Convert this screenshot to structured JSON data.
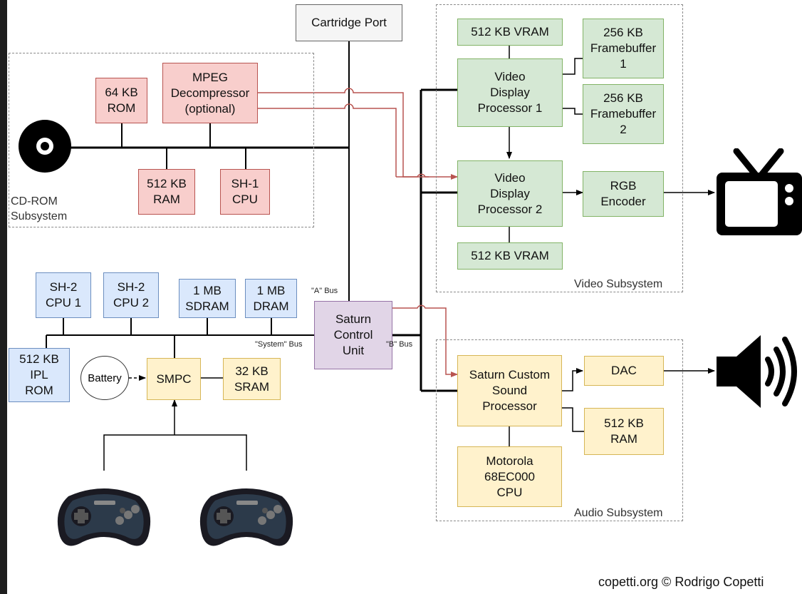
{
  "groups": {
    "cdrom": "CD-ROM\nSubsystem",
    "video": "Video Subsystem",
    "audio": "Audio Subsystem"
  },
  "boxes": {
    "cartridge": "Cartridge Port",
    "rom64": "64 KB\nROM",
    "mpeg": "MPEG\nDecompressor\n(optional)",
    "ram512_cd": "512 KB\nRAM",
    "sh1": "SH-1\nCPU",
    "vram1": "512 KB VRAM",
    "fb1": "256 KB\nFramebuffer\n1",
    "vdp1": "Video\nDisplay\nProcessor 1",
    "fb2": "256 KB\nFramebuffer\n2",
    "vdp2": "Video\nDisplay\nProcessor 2",
    "rgb": "RGB\nEncoder",
    "vram2": "512 KB VRAM",
    "sh2_1": "SH-2\nCPU 1",
    "sh2_2": "SH-2\nCPU 2",
    "sdram": "1 MB\nSDRAM",
    "dram": "1 MB\nDRAM",
    "scu": "Saturn\nControl\nUnit",
    "ipl": "512 KB\nIPL\nROM",
    "smpc": "SMPC",
    "sram": "32 KB\nSRAM",
    "scsp": "Saturn Custom\nSound\nProcessor",
    "dac": "DAC",
    "ram512_audio": "512 KB\nRAM",
    "m68k": "Motorola\n68EC000\nCPU"
  },
  "battery": "Battery",
  "bus_labels": {
    "a_bus": "\"A\" Bus",
    "b_bus": "\"B\" Bus",
    "system_bus": "\"System\" Bus"
  },
  "icons": [
    "cd-disc-icon",
    "tv-icon",
    "speaker-icon",
    "gamepad-icon"
  ],
  "colors": {
    "cdrom": "#f8cecc",
    "video": "#d5e8d4",
    "main": "#dae8fc",
    "audio": "#fff2cc",
    "scu": "#e1d5e7",
    "signal_arrow": "#b85450"
  },
  "credit": "copetti.org © Rodrigo Copetti"
}
